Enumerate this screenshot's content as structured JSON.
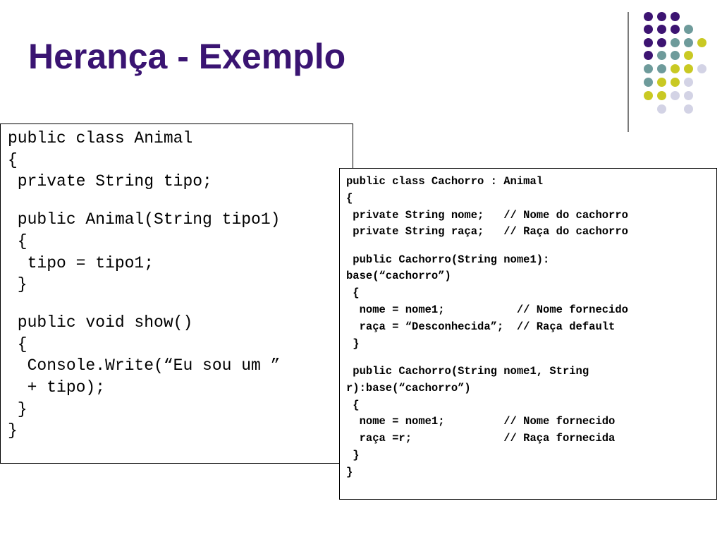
{
  "slide": {
    "title": "Herança - Exemplo"
  },
  "decoration": {
    "colors": {
      "purple": "#3d1472",
      "teal": "#6e9b9b",
      "yellow": "#c9c923",
      "lavender": "#d3d3e5",
      "title": "#3a1472"
    }
  },
  "code_animal": {
    "lines": [
      "public class Animal",
      "{",
      " private String tipo;",
      "",
      " public Animal(String tipo1)",
      " {",
      "  tipo = tipo1;",
      " }",
      "",
      " public void show()",
      " {",
      "  Console.Write(“Eu sou um ”",
      "  + tipo);",
      " }",
      "}"
    ]
  },
  "code_cachorro": {
    "lines": [
      "public class Cachorro : Animal",
      "{",
      " private String nome;   // Nome do cachorro",
      " private String raça;   // Raça do cachorro",
      "",
      " public Cachorro(String nome1):",
      "base(“cachorro”)",
      " {",
      "  nome = nome1;           // Nome fornecido",
      "  raça = “Desconhecida”;  // Raça default",
      " }",
      "",
      " public Cachorro(String nome1, String",
      "r):base(“cachorro”)",
      " {",
      "  nome = nome1;         // Nome fornecido",
      "  raça =r;              // Raça fornecida",
      " }",
      "}"
    ]
  }
}
